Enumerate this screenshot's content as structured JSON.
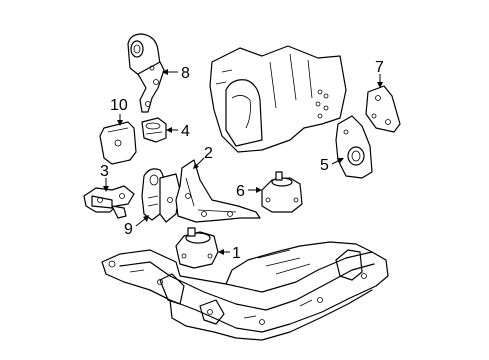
{
  "callouts": {
    "c1": "1",
    "c2": "2",
    "c3": "3",
    "c4": "4",
    "c5": "5",
    "c6": "6",
    "c7": "7",
    "c8": "8",
    "c9": "9",
    "c10": "10"
  },
  "colors": {
    "line": "#000000",
    "background": "#ffffff"
  },
  "icons": {
    "engine-block": "engine-block-icon",
    "cradle": "engine-cradle-icon"
  }
}
